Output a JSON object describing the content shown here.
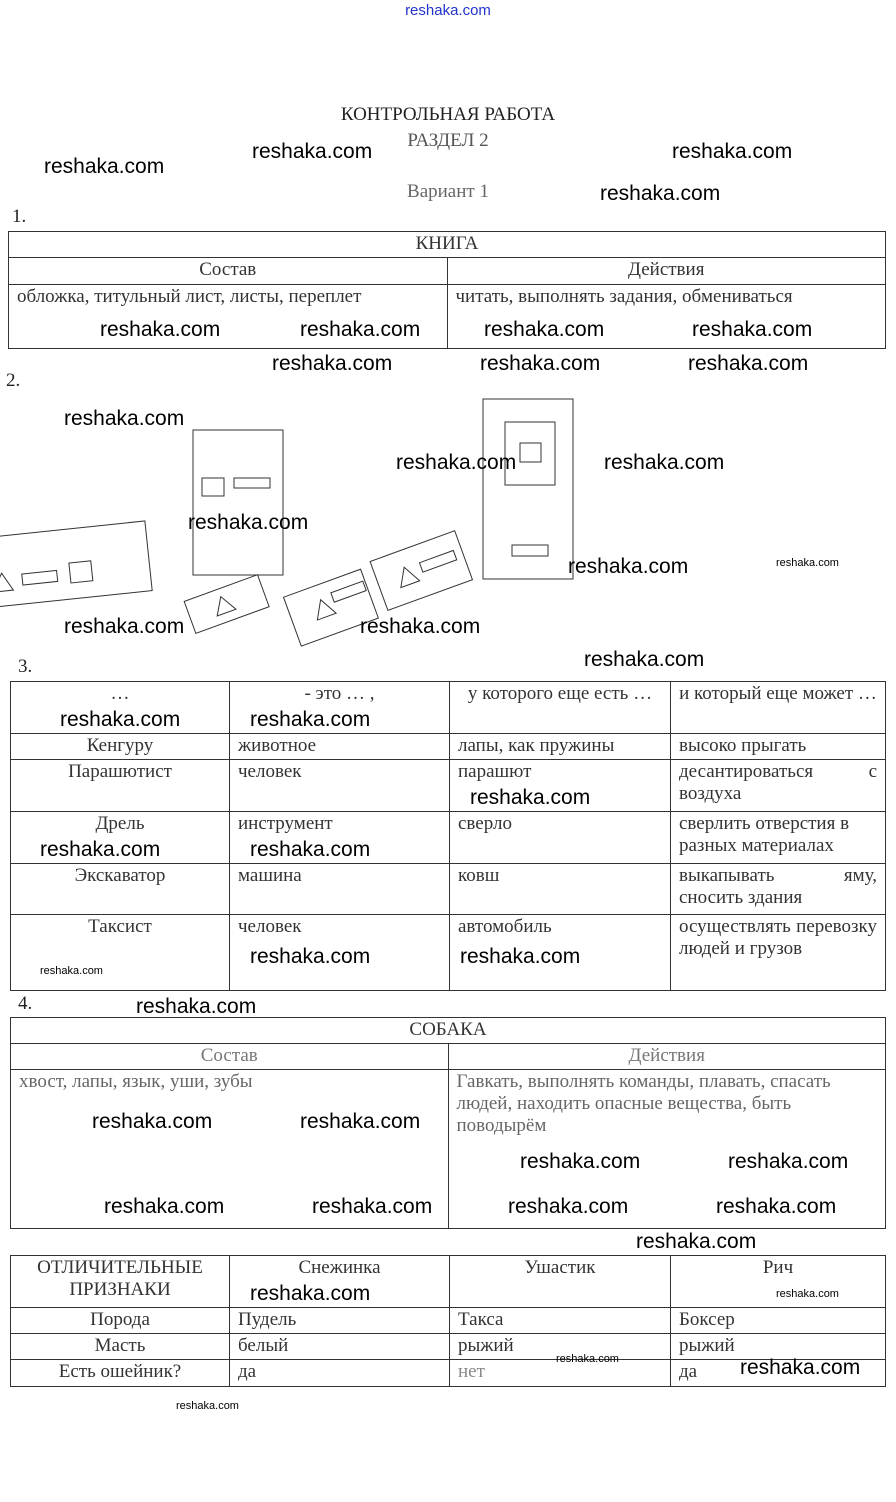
{
  "site_link": "reshaka.com",
  "watermark": "reshaka.com",
  "header": {
    "title": "КОНТРОЛЬНАЯ РАБОТА",
    "section": "РАЗДЕЛ 2",
    "variant": "Вариант 1"
  },
  "task1": {
    "number": "1.",
    "title": "КНИГА",
    "col1": "Состав",
    "col2": "Действия",
    "cell1": "обложка, титульный лист, листы,  переплет",
    "cell2": "читать, выполнять задания, обмениваться"
  },
  "task2": {
    "number": "2."
  },
  "task3": {
    "number": "3.",
    "headers": [
      "…",
      "- это … ,",
      "у которого еще есть …",
      "и который еще может …"
    ],
    "rows": [
      [
        "Кенгуру",
        "животное",
        "лапы, как пружины",
        "высоко прыгать"
      ],
      [
        "Парашютист",
        "человек",
        "парашют",
        "десантироваться с воздуха"
      ],
      [
        "Дрель",
        "инструмент",
        "сверло",
        "сверлить отверстия в разных материалах"
      ],
      [
        "Экскаватор",
        "машина",
        "ковш",
        "выкапывать яму, сносить здания"
      ],
      [
        "Таксист",
        "человек",
        "автомобиль",
        "осуществлять перевозку людей и грузов"
      ]
    ]
  },
  "task4": {
    "number": "4.",
    "title": "СОБАКА",
    "col1": "Состав",
    "col2": "Действия",
    "cell1": "хвост, лапы, язык, уши, зубы",
    "cell2": "Гавкать, выполнять команды, плавать, спасать людей, находить опасные вещества, быть поводырём"
  },
  "task5": {
    "headers": [
      "ОТЛИЧИТЕЛЬНЫЕ ПРИЗНАКИ",
      "Снежинка",
      "Ушастик",
      "Рич"
    ],
    "rows": [
      [
        "Порода",
        "Пудель",
        "Такса",
        "Боксер"
      ],
      [
        "Масть",
        "белый",
        "рыжий",
        "рыжий"
      ],
      [
        "Есть ошейник?",
        "да",
        "нет",
        "да"
      ]
    ]
  }
}
